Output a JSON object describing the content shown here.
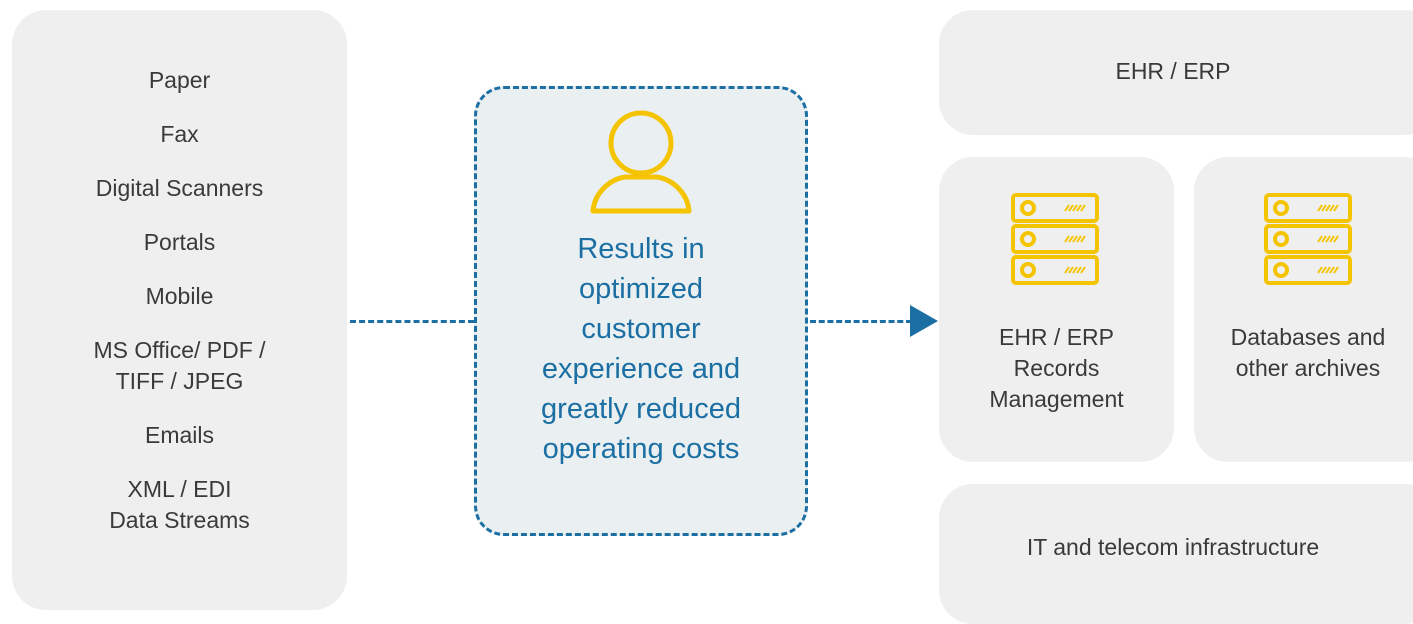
{
  "sources": {
    "items": [
      "Paper",
      "Fax",
      "Digital Scanners",
      "Portals",
      "Mobile",
      "MS Office/ PDF /\nTIFF / JPEG",
      "Emails",
      "XML / EDI\nData Streams"
    ]
  },
  "center": {
    "icon": "person-icon",
    "text": "Results in\noptimized\ncustomer\nexperience and\ngreatly reduced\noperating costs"
  },
  "targets": {
    "ehr_erp": "EHR / ERP",
    "records": {
      "icon": "server-icon",
      "label": "EHR / ERP\nRecords\nManagement"
    },
    "databases": {
      "icon": "server-icon",
      "label": "Databases and\nother archives"
    },
    "infrastructure": "IT and telecom infrastructure"
  },
  "colors": {
    "panel": "#efefef",
    "accent_blue": "#1b6fa3",
    "icon_yellow": "#f5c400",
    "text": "#3a3a3a"
  }
}
